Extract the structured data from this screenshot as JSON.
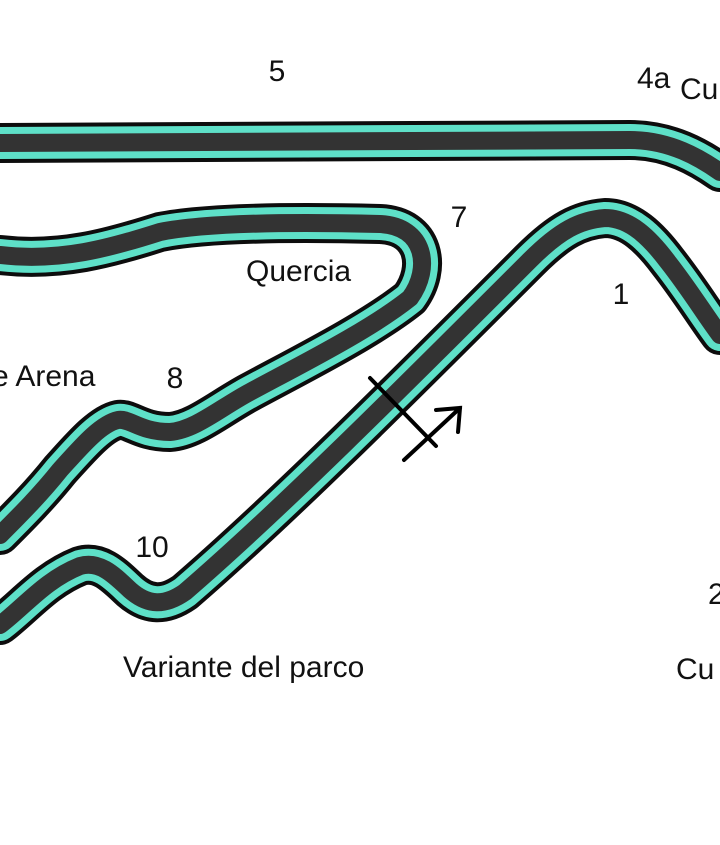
{
  "colors": {
    "background": "#ffffff",
    "track_outline": "#0d0d0d",
    "track_edge": "#5ee0c8",
    "track_surface": "#333333",
    "label_text": "#111111"
  },
  "track": {
    "start_finish_icon": "start-finish-line-with-direction-arrow"
  },
  "labels": {
    "turn_5": "5",
    "turn_4a": "4a",
    "curve_top_right": "Cu",
    "turn_7": "7",
    "quercia": "Quercia",
    "turn_1": "1",
    "arena": "e Arena",
    "turn_8": "8",
    "turn_10": "10",
    "turn_2": "2",
    "variante_del_parco": "Variante del parco",
    "curve_bottom_right": "Cu"
  }
}
